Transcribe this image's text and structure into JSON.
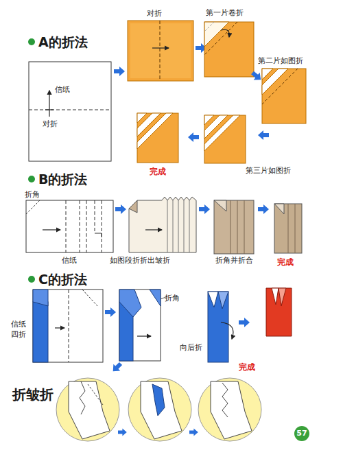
{
  "diagram": {
    "labels": [
      "A的折法",
      "对折",
      "第一片卷折",
      "第二片如图折",
      "信纸",
      "对折",
      "完成",
      "第三片如图折",
      "B的折法",
      "折角",
      "信纸",
      "如图段折折出皱折",
      "折角并折合",
      "完成",
      "C的折法",
      "信纸",
      "四折",
      "折角",
      "向后折",
      "完成",
      "折皱折",
      "57"
    ]
  }
}
